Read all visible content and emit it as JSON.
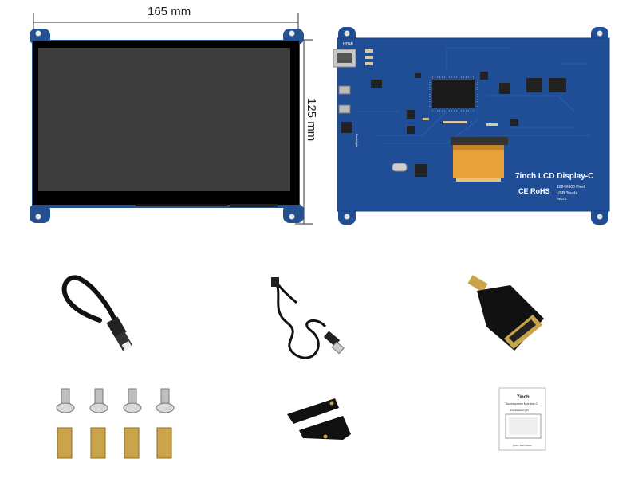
{
  "dimensions": {
    "width_label": "165 mm",
    "height_label": "125 mm"
  },
  "pcb": {
    "title": "7inch LCD Display-C",
    "certs": "CE RoHS",
    "resolution": "1024X600 Pixel",
    "touch": "USB Touch",
    "version": "Rev2.1",
    "hdmi_label": "HDMI",
    "backlight_label": "Backlight"
  },
  "manual": {
    "title": "7inch",
    "subtitle": "Touchscreen Monitor-C",
    "tag": "For Raspberry Pi",
    "footer": "Quick Start Guide"
  },
  "items": [
    {
      "name": "lcd-front",
      "icon": "lcd-panel"
    },
    {
      "name": "lcd-back",
      "icon": "pcb-board"
    },
    {
      "name": "ffc-cable",
      "icon": "flat-cable"
    },
    {
      "name": "usb-cable",
      "icon": "usb-cable"
    },
    {
      "name": "hdmi-adapter",
      "icon": "hdmi-adapter"
    },
    {
      "name": "screws",
      "icon": "screw"
    },
    {
      "name": "standoffs",
      "icon": "standoff"
    },
    {
      "name": "brackets",
      "icon": "bracket"
    },
    {
      "name": "manual",
      "icon": "manual"
    }
  ],
  "colors": {
    "pcb": "#1f4e96",
    "bezel": "#000000",
    "screen": "#3d3d3d",
    "brass": "#c9a44a"
  }
}
